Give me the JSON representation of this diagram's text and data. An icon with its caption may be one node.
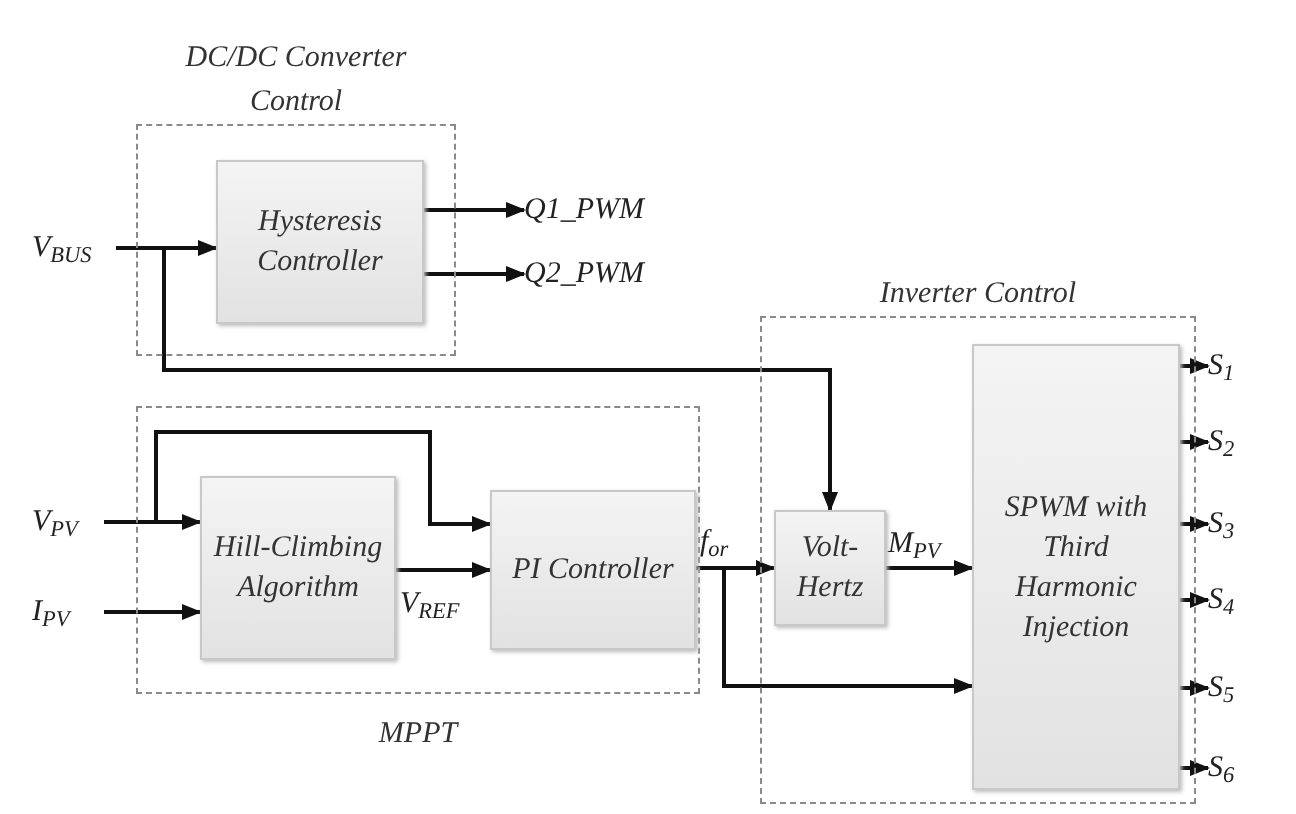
{
  "diagram": {
    "nodes": [
      {
        "text": [
          "DC/DC Converter Control"
        ]
      },
      {
        "text": [
          "Hysteresis Controller"
        ],
        "in": 0
      },
      {
        "text": [
          "MPPT"
        ]
      },
      {
        "text": [
          "Hill-Climbing Algorithm"
        ],
        "in": 2
      },
      {
        "text": [
          "PI Controller"
        ],
        "in": 2
      },
      {
        "text": [
          "Inverter Control"
        ]
      },
      {
        "text": [
          "Volt-Hertz"
        ],
        "in": 5
      },
      {
        "text": [
          "SPWM with Third Harmonic Injection"
        ],
        "in": 5
      },
      {
        "text": [
          "V$_{BUS}$"
        ]
      },
      {
        "text": [
          "Q1_PWM"
        ]
      },
      {
        "text": [
          "Q2_PWM"
        ]
      },
      {
        "text": [
          "V$_{PV}$"
        ]
      },
      {
        "text": [
          "I$_{PV}$"
        ]
      },
      {
        "text": [
          "S$_{1}$"
        ]
      },
      {
        "text": [
          "S$_{2}$"
        ]
      },
      {
        "text": [
          "S$_{3}$"
        ]
      },
      {
        "text": [
          "S$_{4}$"
        ]
      },
      {
        "text": [
          "S$_{5}$"
        ]
      },
      {
        "text": [
          "S$_{6}$"
        ]
      }
    ],
    "edges": [
      {
        "from": 8,
        "to": 1,
        "arrow": "to"
      },
      {
        "from": 1,
        "to": 9,
        "arrow": "to"
      },
      {
        "from": 1,
        "to": 10,
        "arrow": "to"
      },
      {
        "from": 8,
        "to": 6,
        "arrow": "to"
      },
      {
        "from": 11,
        "to": 3,
        "arrow": "to"
      },
      {
        "from": 11,
        "to": 4,
        "arrow": "to"
      },
      {
        "from": 12,
        "to": 3,
        "arrow": "to"
      },
      {
        "from": 3,
        "to": 4,
        "arrow": "to",
        "label": "V$_{REF}$"
      },
      {
        "from": 4,
        "to": 6,
        "arrow": "to",
        "label": "f$_{or}$"
      },
      {
        "from": 4,
        "to": 7,
        "arrow": "to"
      },
      {
        "from": 6,
        "to": 7,
        "arrow": "to",
        "label": "M$_{PV}$"
      },
      {
        "from": 7,
        "to": 13,
        "arrow": "to"
      },
      {
        "from": 7,
        "to": 14,
        "arrow": "to"
      },
      {
        "from": 7,
        "to": 15,
        "arrow": "to"
      },
      {
        "from": 7,
        "to": 16,
        "arrow": "to"
      },
      {
        "from": 7,
        "to": 17,
        "arrow": "to"
      },
      {
        "from": 7,
        "to": 18,
        "arrow": "to"
      }
    ]
  }
}
